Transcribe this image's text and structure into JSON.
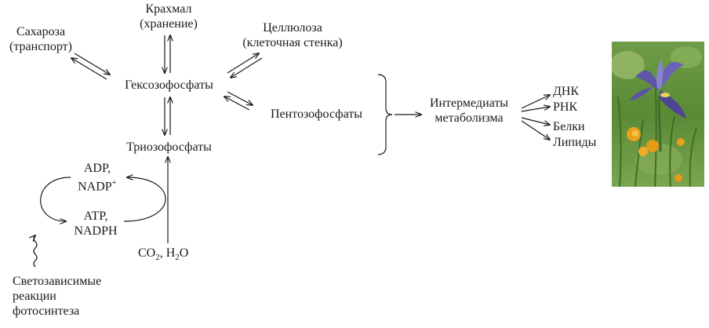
{
  "nodes": {
    "starch": {
      "line1": "Крахмал",
      "line2": "(хранение)"
    },
    "sucrose": {
      "line1": "Сахароза",
      "line2": "(транспорт)"
    },
    "cellulose": {
      "line1": "Целлюлоза",
      "line2": "(клеточная стенка)"
    },
    "hexose": "Гексозофосфаты",
    "pentose": "Пентозофосфаты",
    "triose": "Триозофосфаты",
    "intermediates": {
      "line1": "Интермедиаты",
      "line2": "метаболизма"
    },
    "products": [
      "ДНК",
      "РНК",
      "Белки",
      "Липиды"
    ],
    "adp": "ADP,",
    "nadp": "NADP",
    "nadp_sup": "+",
    "atp": "ATP,",
    "nadph": "NADPH",
    "co2": "CO",
    "co2_sub": "2",
    "h2o_pre": ", H",
    "h2o_sub": "2",
    "h2o_post": "O",
    "light": {
      "line1": "Светозависимые",
      "line2": "реакции",
      "line3": "фотосинтеза"
    }
  },
  "photo": {
    "subject": "iris-flower-photo"
  },
  "colors": {
    "ink": "#1a1a1a",
    "grass": "#5f8f3a",
    "iris": "#6b63b0",
    "yellow": "#e8a21a"
  }
}
